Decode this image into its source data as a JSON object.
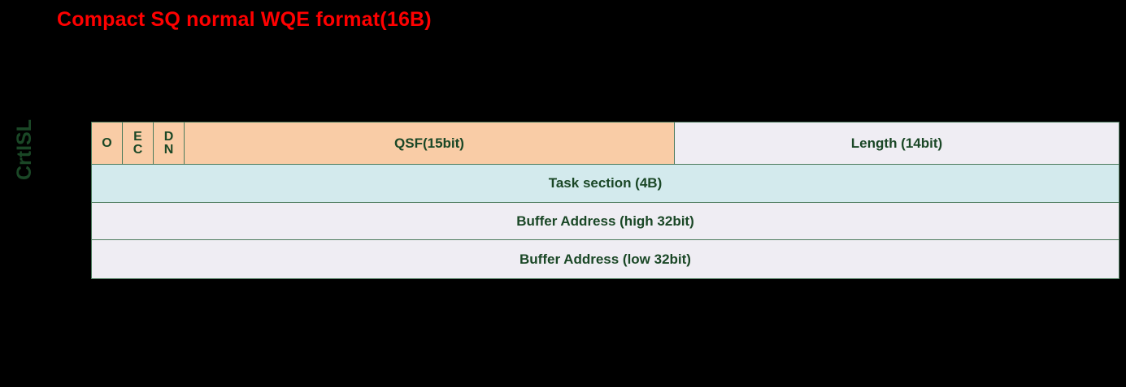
{
  "title": "Compact SQ normal WQE format(16B)",
  "side_label": "CrtISL",
  "colors": {
    "background": "#000000",
    "title_text": "#FF0000",
    "label_text": "#1A4726",
    "cell_text": "#1A4726",
    "border": "#4B7A5C",
    "peach_fill": "#F9CCA6",
    "cyan_fill": "#D3EAED",
    "gray_fill": "#EFEDF3"
  },
  "table": {
    "rows": [
      {
        "cells": [
          {
            "label": "O",
            "lines": [
              "O"
            ],
            "fill": "peach"
          },
          {
            "label": "EC",
            "lines": [
              "E",
              "C"
            ],
            "fill": "peach"
          },
          {
            "label": "DN",
            "lines": [
              "D",
              "N"
            ],
            "fill": "peach"
          },
          {
            "label": "QSF(15bit)",
            "lines": [
              "QSF(15bit)"
            ],
            "fill": "peach"
          },
          {
            "label": "Length (14bit)",
            "lines": [
              "Length (14bit)"
            ],
            "fill": "gray"
          }
        ]
      },
      {
        "cells": [
          {
            "label": "Task section (4B)",
            "lines": [
              "Task section (4B)"
            ],
            "fill": "cyan"
          }
        ]
      },
      {
        "cells": [
          {
            "label": "Buffer Address (high 32bit)",
            "lines": [
              "Buffer Address (high 32bit)"
            ],
            "fill": "gray"
          }
        ]
      },
      {
        "cells": [
          {
            "label": "Buffer Address (low 32bit)",
            "lines": [
              "Buffer Address (low 32bit)"
            ],
            "fill": "gray"
          }
        ]
      }
    ]
  }
}
